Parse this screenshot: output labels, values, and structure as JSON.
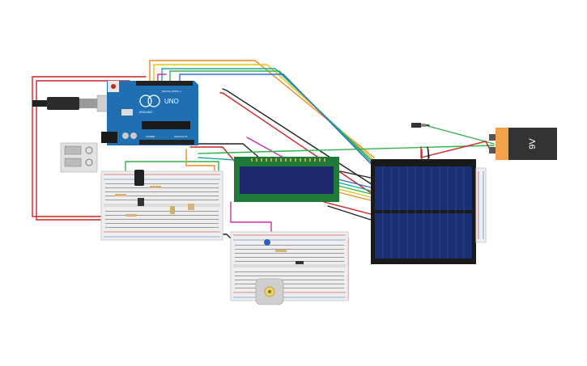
{
  "arduino": {
    "logo": "UNO",
    "brand": "ARDUINO",
    "digital_label": "DIGITAL (PWM ~)",
    "analog_label": "ANALOG IN",
    "power_label": "POWER"
  },
  "battery": {
    "label": "9V"
  },
  "icons": {
    "usb": "usb-cable-icon",
    "motor": "dc-motor-icon",
    "switch": "slide-switch-icon",
    "buzzer": "piezo-icon"
  },
  "colors": {
    "arduino_board": "#1f6fb2",
    "breadboard": "#eeeeee",
    "solar_panel": "#1b2f73",
    "lcd_screen": "#1c2a6b",
    "lcd_pcb": "#1f7a3a",
    "battery_body": "#f2a24a",
    "battery_cap": "#333333",
    "wire_red": "#d22222",
    "wire_black": "#222222",
    "wire_green": "#2fb34a",
    "wire_orange": "#f08c1e",
    "wire_yellow": "#e6c21a",
    "wire_blue": "#2f6fd6",
    "wire_magenta": "#cc2ea8",
    "wire_teal": "#1fa89a"
  }
}
